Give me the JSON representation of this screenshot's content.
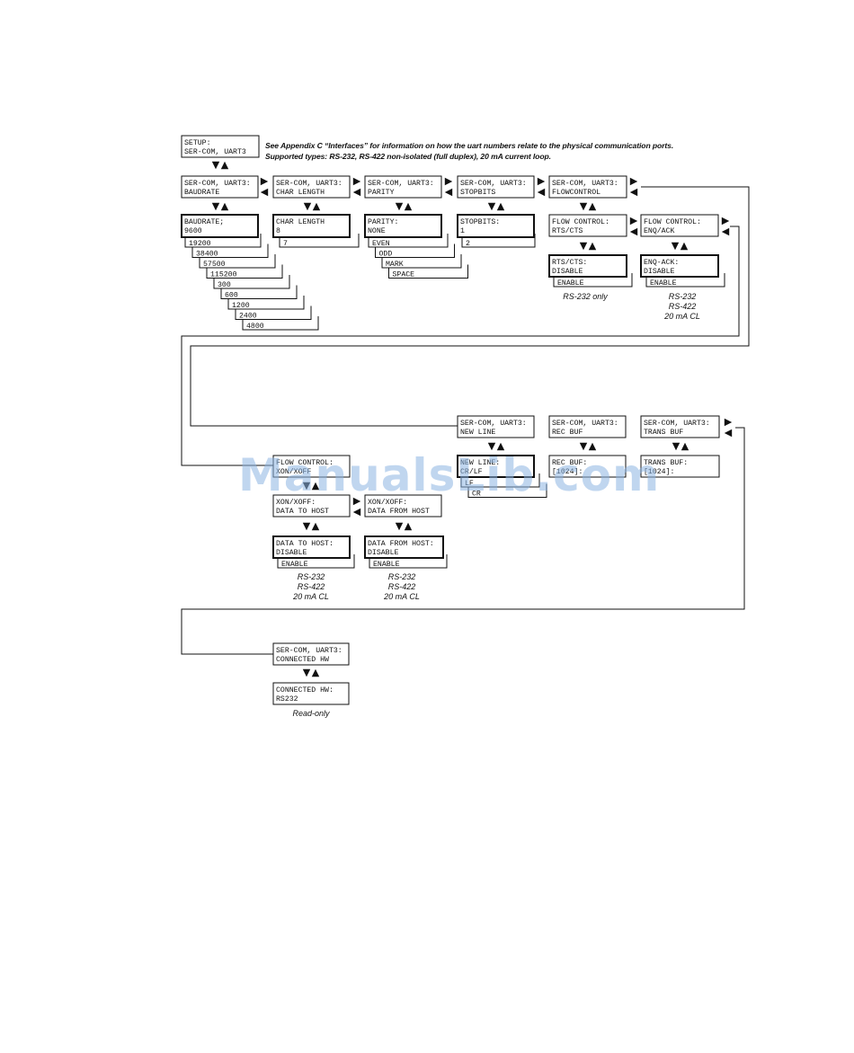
{
  "notes": {
    "line1": "See Appendix C “Interfaces” for information on how the uart numbers relate to the physical communication ports.",
    "line2": "Supported types:  RS-232, RS-422 non-isolated (full duplex), 20 mA current loop."
  },
  "boxes": {
    "setup": [
      "SETUP:",
      "SER-COM, UART3"
    ],
    "m_baud": [
      "SER-COM, UART3:",
      "BAUDRATE"
    ],
    "m_char": [
      "SER-COM, UART3:",
      "CHAR LENGTH"
    ],
    "m_parity": [
      "SER-COM, UART3:",
      "PARITY"
    ],
    "m_stop": [
      "SER-COM, UART3:",
      "STOPBITS"
    ],
    "m_flow": [
      "SER-COM, UART3:",
      "FLOWCONTROL"
    ],
    "baud_val": [
      "BAUDRATE;",
      "9600"
    ],
    "char_val": [
      "CHAR LENGTH",
      "8"
    ],
    "parity_val": [
      "PARITY:",
      "NONE"
    ],
    "stop_val": [
      "STOPBITS:",
      "1"
    ],
    "flow_rts": [
      "FLOW CONTROL:",
      "RTS/CTS"
    ],
    "flow_enq": [
      "FLOW CONTROL:",
      "ENQ/ACK"
    ],
    "rts_val": [
      "RTS/CTS:",
      "DISABLE"
    ],
    "enq_val": [
      "ENQ-ACK:",
      "DISABLE"
    ],
    "m_newline": [
      "SER-COM, UART3:",
      "NEW LINE"
    ],
    "m_recbuf": [
      "SER-COM, UART3:",
      "REC BUF"
    ],
    "m_transbuf": [
      "SER-COM, UART3:",
      "TRANS BUF"
    ],
    "newline_val": [
      "NEW LINE:",
      "CR/LF"
    ],
    "recbuf_val": [
      "REC BUF:",
      "[1024]:"
    ],
    "transbuf_val": [
      "TRANS BUF:",
      "[1024]:"
    ],
    "flow_xon": [
      "FLOW CONTROL:",
      "XON/XOFF"
    ],
    "xon_to": [
      "XON/XOFF:",
      "DATA TO HOST"
    ],
    "xon_from": [
      "XON/XOFF:",
      "DATA FROM HOST"
    ],
    "to_val": [
      "DATA TO HOST:",
      "DISABLE"
    ],
    "from_val": [
      "DATA FROM HOST:",
      "DISABLE"
    ],
    "m_conn": [
      "SER-COM, UART3:",
      "CONNECTED HW"
    ],
    "conn_val": [
      "CONNECTED HW:",
      "RS232"
    ]
  },
  "options": {
    "baud": [
      "19200",
      "38400",
      "57500",
      "115200",
      "300",
      "600",
      "1200",
      "2400",
      "4800"
    ],
    "char": [
      "7"
    ],
    "parity": [
      "EVEN",
      "ODD",
      "MARK",
      "SPACE"
    ],
    "stop": [
      "2"
    ],
    "rts": [
      "ENABLE"
    ],
    "enq": [
      "ENABLE"
    ],
    "newline": [
      "LF",
      "CR"
    ],
    "to": [
      "ENABLE"
    ],
    "from": [
      "ENABLE"
    ]
  },
  "captions": {
    "rts": [
      "RS-232 only"
    ],
    "enq": [
      "RS-232",
      "RS-422",
      "20 mA CL"
    ],
    "to": [
      "RS-232",
      "RS-422",
      "20 mA CL"
    ],
    "from": [
      "RS-232",
      "RS-422",
      "20 mA CL"
    ],
    "conn": [
      "Read-only"
    ]
  },
  "watermark": "ManualsLib.com"
}
